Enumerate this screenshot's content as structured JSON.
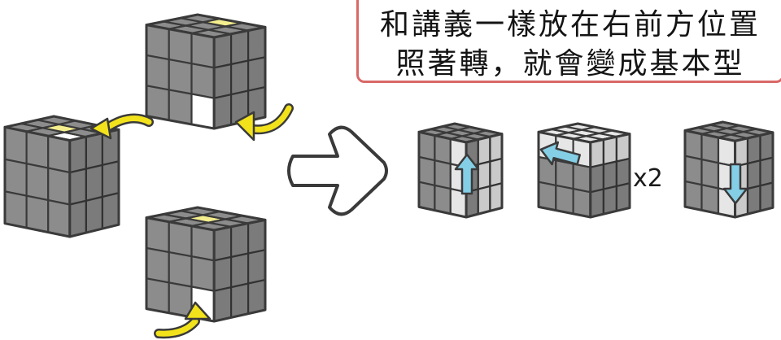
{
  "instruction": {
    "line1": "和講義一樣放在右前方位置",
    "line2": "照著轉，就會變成基本型"
  },
  "repeat_label": "x2",
  "colors": {
    "sticker_gray": "#8c8c8c",
    "sticker_white": "#ffffff",
    "sticker_yellow": "#f4ee8e",
    "outline": "#3a3a3a",
    "curved_arrow": "#f2e21b",
    "move_arrow": "#84cfe6",
    "note_border": "#d96868"
  },
  "icons": {
    "curved_arrow": "yellow-curved-arrow-icon",
    "move_arrow": "blue-move-arrow-icon",
    "result_arrow": "hollow-right-arrow-icon"
  },
  "left_cases": [
    {
      "id": "case-top",
      "highlight": "front-bottom-right"
    },
    {
      "id": "case-middle",
      "highlight": "top-front-right"
    },
    {
      "id": "case-bottom",
      "highlight": "front-bottom-right"
    }
  ],
  "moves": [
    {
      "id": "move-1",
      "direction": "up",
      "face": "front-right-column"
    },
    {
      "id": "move-2",
      "direction": "left",
      "face": "top-layer",
      "repeat": 2
    },
    {
      "id": "move-3",
      "direction": "down",
      "face": "front-right-column"
    }
  ]
}
